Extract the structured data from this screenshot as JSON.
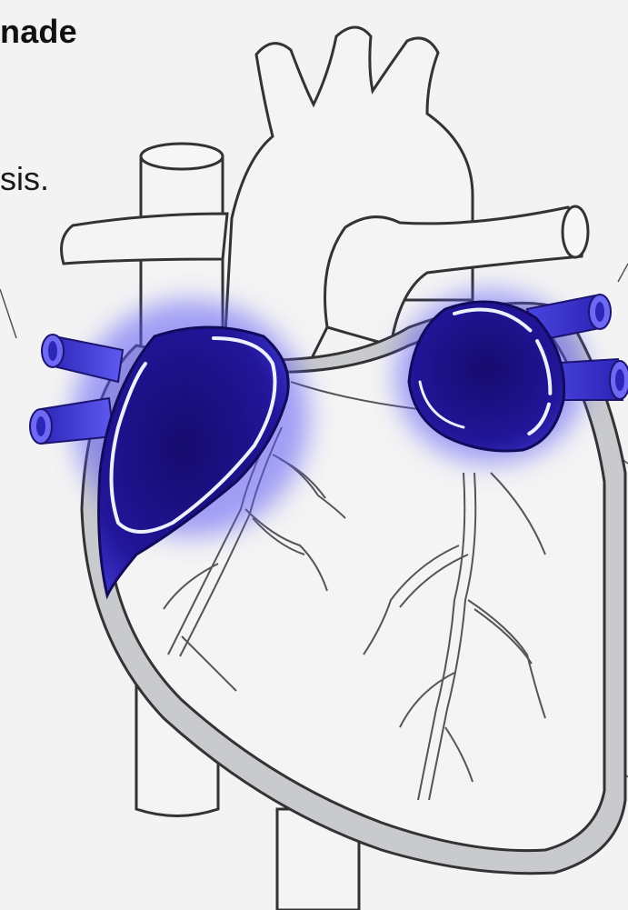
{
  "heading": {
    "title_fragment": "nade",
    "body_fragment": "sis."
  },
  "diagram": {
    "subject": "heart-anatomy",
    "highlighted_regions": [
      "right-atrium",
      "left-atrium"
    ],
    "colors": {
      "background": "#f3f3f3",
      "heart_fill": "#f4f4f4",
      "outline": "#333333",
      "highlight_dark": "#1a0f7a",
      "highlight_mid": "#3a34c6",
      "highlight_glow": "#6b66ff",
      "pericardium": "#c9cacd"
    }
  }
}
